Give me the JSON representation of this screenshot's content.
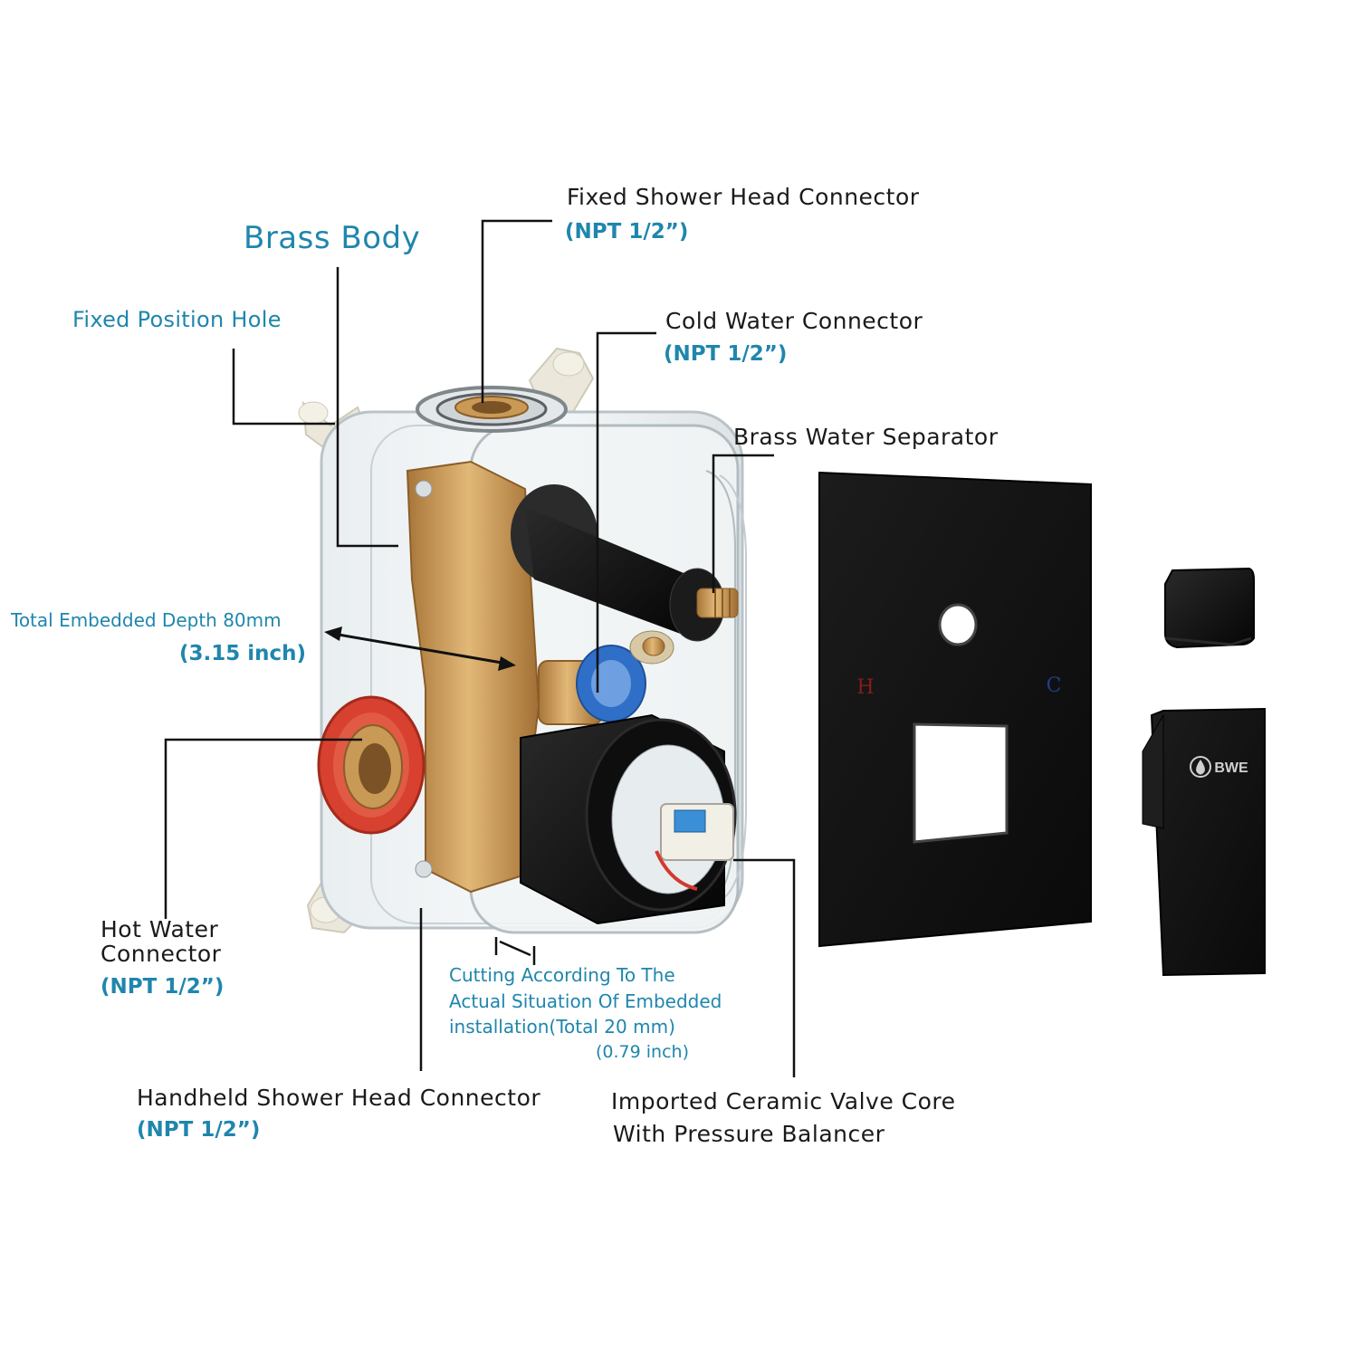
{
  "labels": {
    "fixed_shower_head": {
      "title": "Fixed Shower Head Connector",
      "spec": "(NPT 1/2”)"
    },
    "brass_body": "Brass Body",
    "fixed_position_hole": "Fixed Position Hole",
    "cold_water": {
      "title": "Cold Water Connector",
      "spec": "(NPT 1/2”)"
    },
    "brass_separator": "Brass Water Separator",
    "embedded_depth": {
      "title": "Total Embedded Depth 80mm",
      "spec": "(3.15 inch)"
    },
    "hot_water": {
      "title_line1": "Hot Water",
      "title_line2": "Connector",
      "spec": "(NPT 1/2”)"
    },
    "cutting": {
      "line1": "Cutting According To The",
      "line2": "Actual Situation Of Embedded",
      "line3": "installation(Total 20 mm)",
      "line4": "(0.79 inch)"
    },
    "handheld_shower_head": {
      "title": "Handheld Shower Head Connector",
      "spec": "(NPT 1/2”)"
    },
    "valve_core": {
      "line1": "Imported Ceramic Valve Core",
      "line2": "With Pressure Balancer"
    }
  },
  "trim_plate": {
    "hot_mark": "H",
    "cold_mark": "C"
  },
  "handle": {
    "brand": "BWE"
  },
  "colors": {
    "label_blue": "#1f86ad",
    "label_dark": "#1a1a1a",
    "brass": "#c99a55",
    "matte_black": "#111111",
    "hot_red": "#d8412f",
    "cold_blue": "#2f6fc8",
    "mount_ivory": "#ebe7db"
  }
}
